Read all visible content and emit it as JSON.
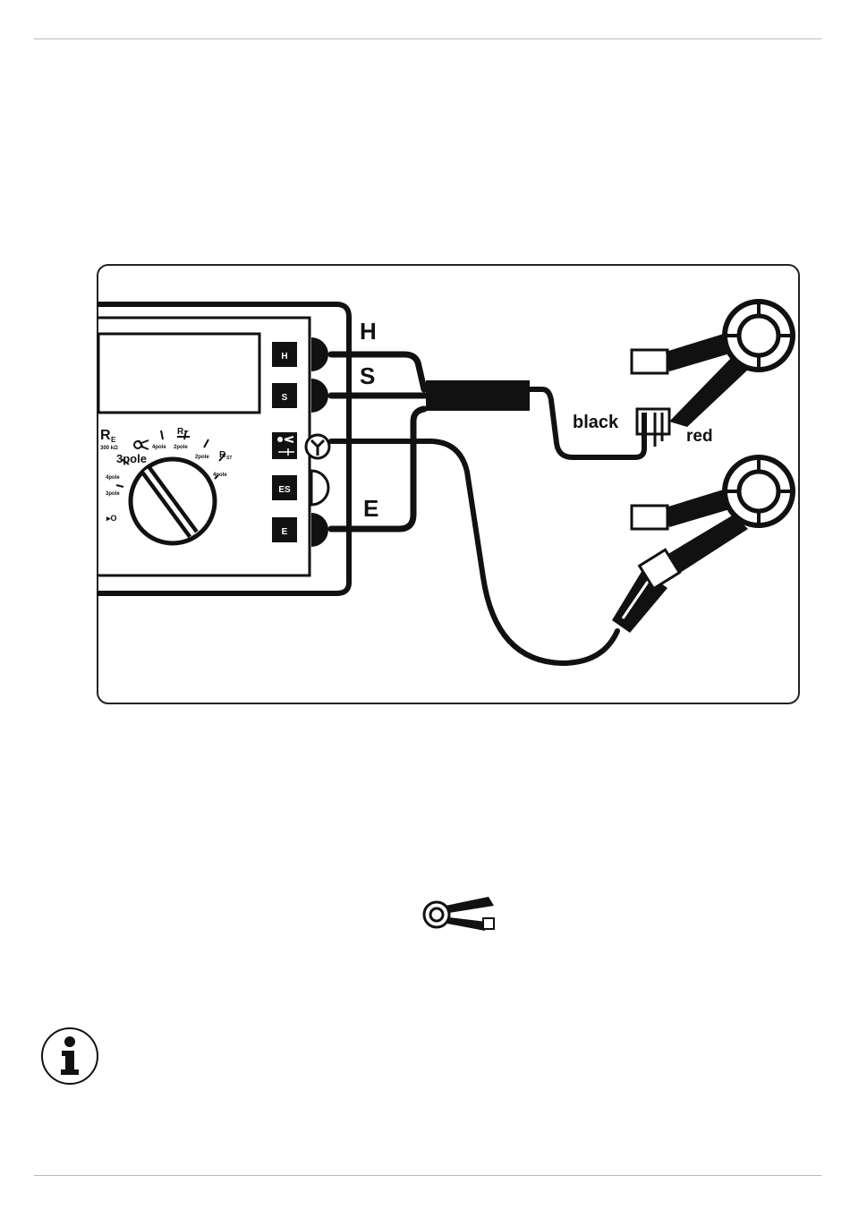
{
  "diagram": {
    "socket_labels": {
      "h": "H",
      "s": "S",
      "e": "E"
    },
    "button_labels": {
      "h": "H",
      "s": "S",
      "es": "ES",
      "e": "E"
    },
    "wire_labels": {
      "black": "black",
      "red": "red"
    },
    "dial": {
      "re_label": "R",
      "re_sub": "E",
      "re_range": "300 kΩ",
      "pole3_label": "3pole",
      "tick_4pole_a": "4pole",
      "tick_3pole": "3pole",
      "tick_4pole_b": "4pole",
      "tick_2pole_a": "2pole",
      "tick_2pole_b": "2pole",
      "tick_4pole_c": "4pole",
      "r_ac_label": "R~",
      "r_st_label": "R",
      "r_st_sub": "ST",
      "zero_label": "▸O"
    },
    "colors": {
      "ink": "#111111",
      "frame": "#333333"
    }
  },
  "icons": {
    "clamp": "clamp-meter-icon",
    "info": "info-icon"
  }
}
